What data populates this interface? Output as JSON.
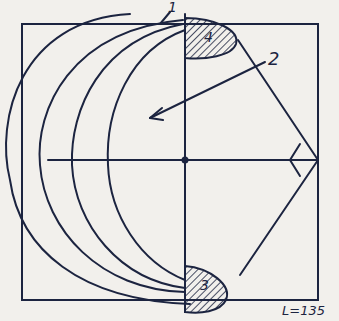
{
  "diagram": {
    "labels": [
      "1",
      "2",
      "4",
      "3",
      "L=135"
    ]
  }
}
